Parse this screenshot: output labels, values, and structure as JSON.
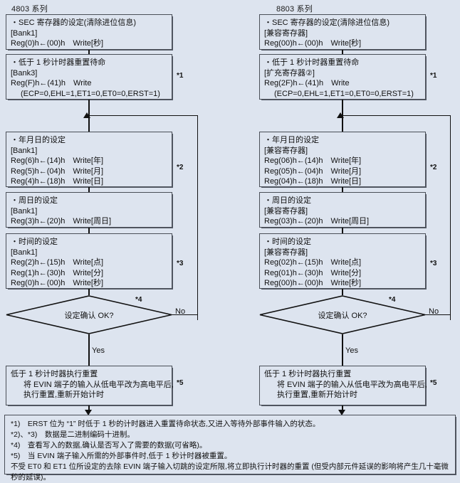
{
  "columns": [
    {
      "title": "4803 系列"
    },
    {
      "title": "8803 系列"
    }
  ],
  "left": {
    "box1": {
      "l1": "・SEC 寄存器的设定(清除进位信息)",
      "l2": "[Bank1]",
      "l3": "Reg(0)h←(00)h　Write[秒]"
    },
    "box2": {
      "l1": "・低于 1 秒计时器重置待命",
      "l2": "[Bank3]",
      "l3": "Reg(F)h←(41)h　Write",
      "l4": "(ECP=0,EHL=1,ET1=0,ET0=0,ERST=1)",
      "mark": "*1"
    },
    "box3": {
      "l1": "・年月日的设定",
      "l2": "[Bank1]",
      "l3": "Reg(6)h←(14)h　Write[年]",
      "l4": "Reg(5)h←(04)h　Write[月]",
      "l5": "Reg(4)h←(18)h　Write[日]",
      "mark": "*2"
    },
    "box4": {
      "l1": "・周日的设定",
      "l2": "[Bank1]",
      "l3": "Reg(3)h←(20)h　Write[周日]"
    },
    "box5": {
      "l1": "・时间的设定",
      "l2": "[Bank1]",
      "l3": "Reg(2)h←(15)h　Write[点]",
      "l4": "Reg(1)h←(30)h　Write[分]",
      "l5": "Reg(0)h←(00)h　Write[秒]",
      "mark": "*3"
    },
    "decision": {
      "text": "设定确认 OK?",
      "mark": "*4",
      "yes": "Yes",
      "no": "No"
    },
    "box6": {
      "l1": "低于 1 秒计时器执行重置",
      "l2": "将 EVIN 端子的输入从低电平改为高电平后,",
      "l3": "执行重置,重新开始计时",
      "mark": "*5"
    }
  },
  "right": {
    "box1": {
      "l1": "・SEC 寄存器的设定(清除进位信息)",
      "l2": "[兼容寄存器]",
      "l3": "Reg(00)h←(00)h　Write[秒]"
    },
    "box2": {
      "l1": "・低于 1 秒计时器重置待命",
      "l2": "[扩充寄存器②]",
      "l3": "Reg(2F)h←(41)h　Write",
      "l4": "(ECP=0,EHL=1,ET1=0,ET0=0,ERST=1)",
      "mark": "*1"
    },
    "box3": {
      "l1": "・年月日的设定",
      "l2": "[兼容寄存器]",
      "l3": "Reg(06)h←(14)h　Write[年]",
      "l4": "Reg(05)h←(04)h　Write[月]",
      "l5": "Reg(04)h←(18)h　Write[日]",
      "mark": "*2"
    },
    "box4": {
      "l1": "・周日的设定",
      "l2": "[兼容寄存器]",
      "l3": "Reg(03)h←(20)h　Write[周日]"
    },
    "box5": {
      "l1": "・时间的设定",
      "l2": "[兼容寄存器]",
      "l3": "Reg(02)h←(15)h　Write[点]",
      "l4": "Reg(01)h←(30)h　Write[分]",
      "l5": "Reg(00)h←(00)h　Write[秒]",
      "mark": "*3"
    },
    "decision": {
      "text": "设定确认 OK?",
      "mark": "*4",
      "yes": "Yes",
      "no": "No"
    },
    "box6": {
      "l1": "低于 1 秒计时器执行重置",
      "l2": "将 EVIN 端子的输入从低电平改为高电平后,",
      "l3": "执行重置,重新开始计时",
      "mark": "*5"
    }
  },
  "notes": {
    "n1": "*1)　ERST 位为 “1” 时低于 1 秒的计时器进入重置待命状态,又进入等待外部事件输入的状态。",
    "n2": "*2)、*3)　数据是二进制编码十进制。",
    "n3": "*4)　查看写入的数据,确认是否写入了需要的数据(可省略)。",
    "n4": "*5)　当 EVIN 端子输入所需的外部事件时,低于 1 秒计时器被重置。",
    "n5": "不受 ET0 和 ET1 位所设定的去除 EVIN 端子输入切跳的设定所限,将立即执行计时器的重置 (但受内部元件延误的影响将产生几十毫微秒的延误)。"
  },
  "colors": {
    "background": "#dde4ef",
    "line": "#111111",
    "border": "#4a4f58"
  }
}
